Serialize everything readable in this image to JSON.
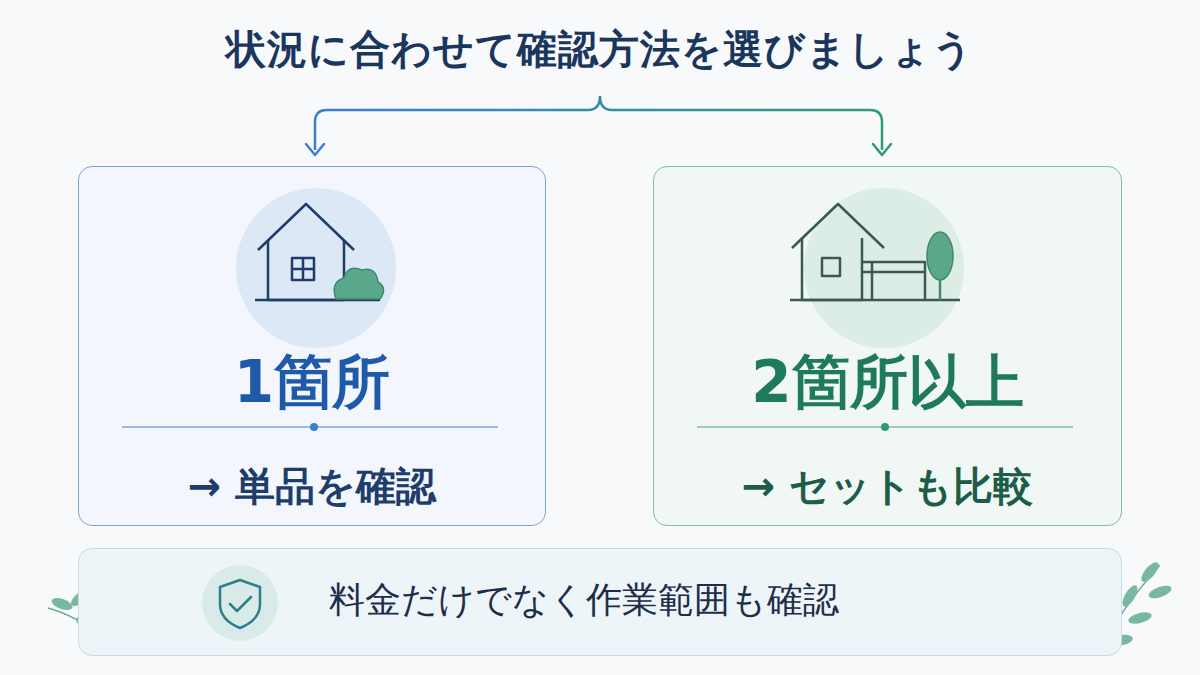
{
  "diagram": {
    "title": "状況に合わせて確認方法を選びましょう",
    "nodes": [
      {
        "text": [
          "1箇所",
          "→ 単品を確認"
        ]
      },
      {
        "text": [
          "2箇所以上",
          "→ セットも比較"
        ]
      },
      {
        "text": [
          "料金だけでなく作業範囲も確認"
        ]
      }
    ]
  }
}
